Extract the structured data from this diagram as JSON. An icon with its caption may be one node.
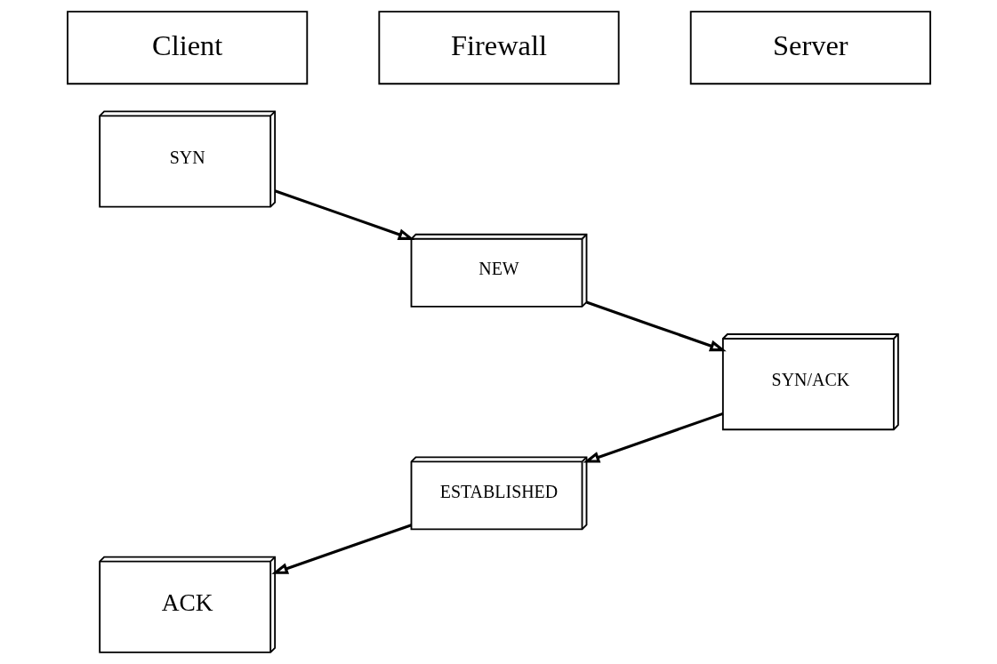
{
  "diagram": {
    "nodes": [
      {
        "text": [
          "Client"
        ]
      },
      {
        "text": [
          "Firewall"
        ]
      },
      {
        "text": [
          "Server"
        ]
      },
      {
        "text": [
          "SYN"
        ]
      },
      {
        "text": [
          "NEW"
        ]
      },
      {
        "text": [
          "SYN/ACK"
        ]
      },
      {
        "text": [
          "ESTABLISHED"
        ]
      },
      {
        "text": [
          "ACK"
        ]
      }
    ],
    "edges": [
      {
        "from": 3,
        "to": 4,
        "arrow": "to"
      },
      {
        "from": 4,
        "to": 5,
        "arrow": "to"
      },
      {
        "from": 5,
        "to": 6,
        "arrow": "to"
      },
      {
        "from": 6,
        "to": 7,
        "arrow": "to"
      }
    ]
  }
}
